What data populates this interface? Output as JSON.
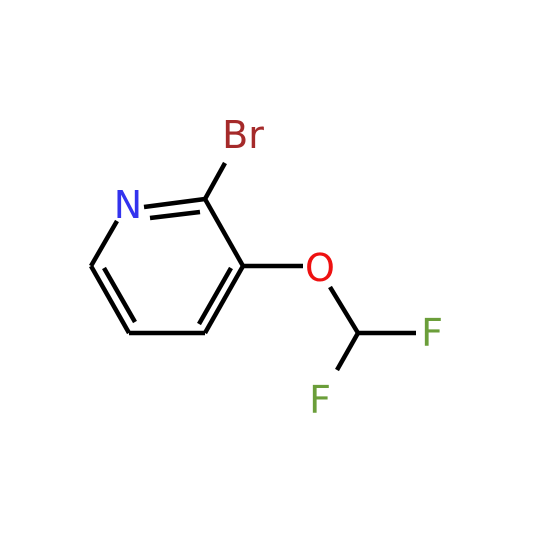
{
  "molecule": {
    "atoms": {
      "br": {
        "label": "Br",
        "color": "#a52a2a"
      },
      "n": {
        "label": "N",
        "color": "#3333ee"
      },
      "o": {
        "label": "O",
        "color": "#ee1111"
      },
      "f1": {
        "label": "F",
        "color": "#6b9e3a"
      },
      "f2": {
        "label": "F",
        "color": "#6b9e3a"
      }
    },
    "bond_color": "#000000"
  }
}
